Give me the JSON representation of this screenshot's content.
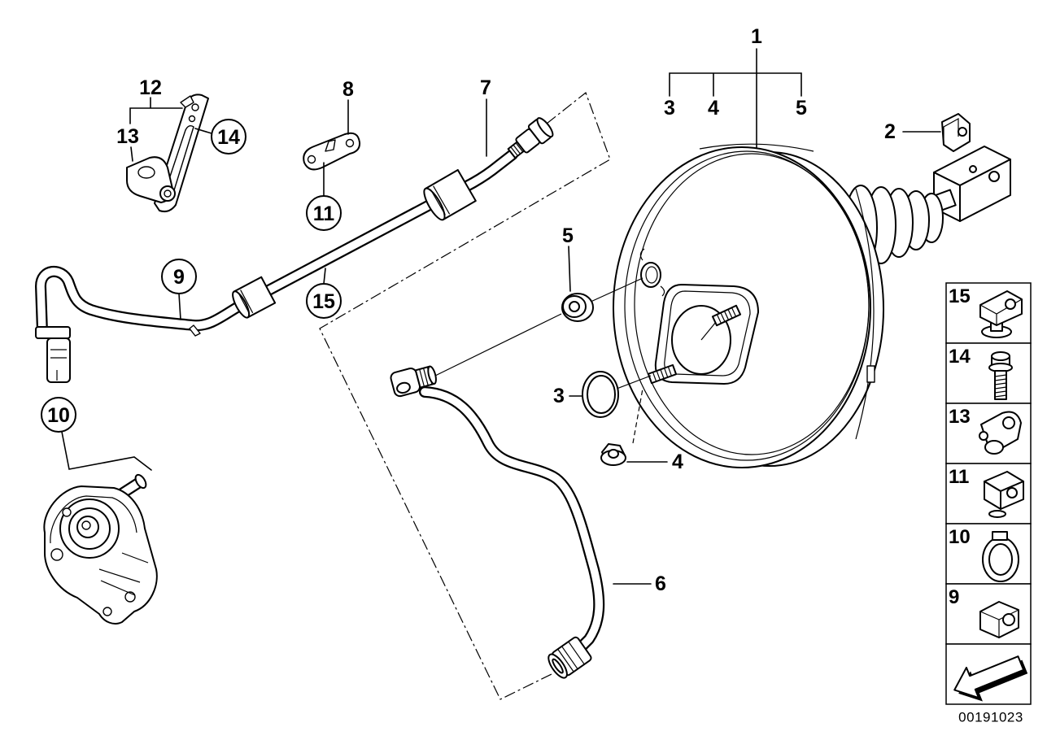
{
  "callouts": [
    "1",
    "3",
    "4",
    "5",
    "2",
    "12",
    "13",
    "14",
    "8",
    "11",
    "7",
    "9",
    "15",
    "10",
    "5",
    "3",
    "4",
    "6"
  ],
  "legend": [
    "15",
    "14",
    "13",
    "11",
    "10",
    "9"
  ],
  "diagram_id": "00191023"
}
